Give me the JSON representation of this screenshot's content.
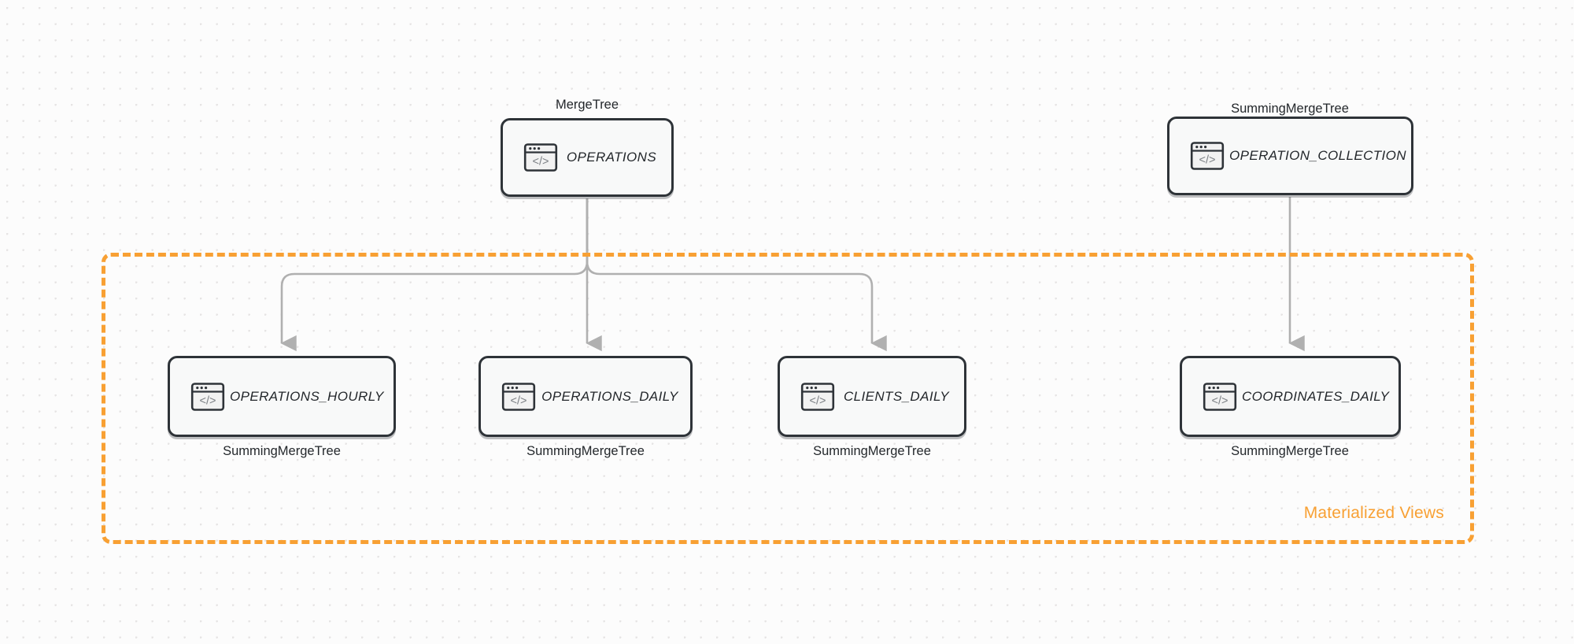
{
  "diagram": {
    "background": "#fcfcfc",
    "accent_color": "#f8a033",
    "node_border_color": "#2e3338",
    "edge_color": "#b0b0b0",
    "group": {
      "label": "Materialized Views",
      "style": "dashed",
      "color": "#f8a033"
    },
    "nodes": [
      {
        "id": "operations",
        "label": "OPERATIONS",
        "engine": "MergeTree",
        "engine_position": "above",
        "icon": "code-window-icon"
      },
      {
        "id": "operation_collection",
        "label": "OPERATION_COLLECTION",
        "engine": "SummingMergeTree",
        "engine_position": "above",
        "icon": "code-window-icon"
      },
      {
        "id": "operations_hourly",
        "label": "OPERATIONS_HOURLY",
        "engine": "SummingMergeTree",
        "engine_position": "below",
        "icon": "code-window-icon"
      },
      {
        "id": "operations_daily",
        "label": "OPERATIONS_DAILY",
        "engine": "SummingMergeTree",
        "engine_position": "below",
        "icon": "code-window-icon"
      },
      {
        "id": "clients_daily",
        "label": "CLIENTS_DAILY",
        "engine": "SummingMergeTree",
        "engine_position": "below",
        "icon": "code-window-icon"
      },
      {
        "id": "coordinates_daily",
        "label": "COORDINATES_DAILY",
        "engine": "SummingMergeTree",
        "engine_position": "below",
        "icon": "code-window-icon"
      }
    ],
    "edges": [
      {
        "from": "operations",
        "to": "operations_hourly",
        "arrow": true
      },
      {
        "from": "operations",
        "to": "operations_daily",
        "arrow": true
      },
      {
        "from": "operations",
        "to": "clients_daily",
        "arrow": true
      },
      {
        "from": "operation_collection",
        "to": "coordinates_daily",
        "arrow": true
      }
    ]
  }
}
